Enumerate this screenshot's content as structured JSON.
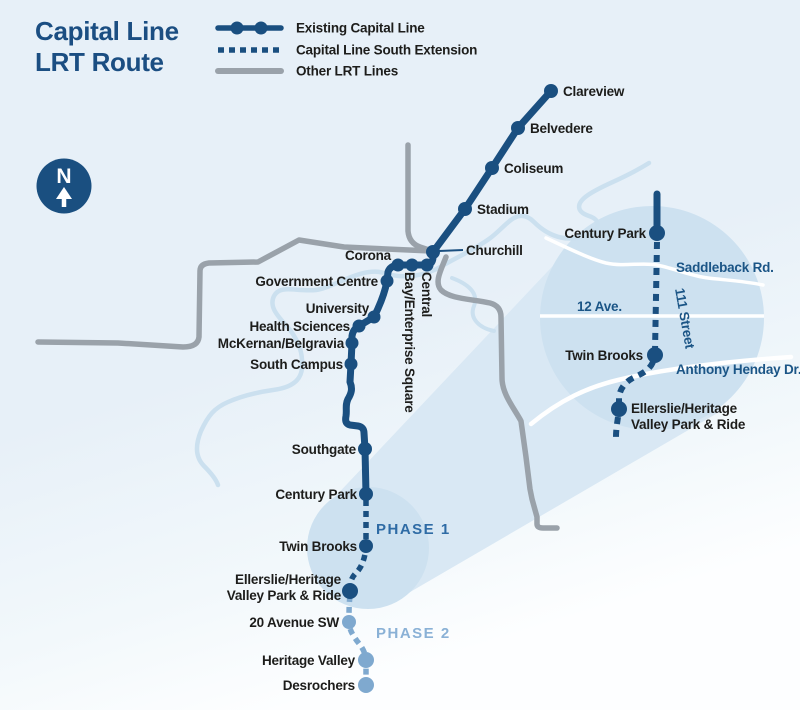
{
  "title": {
    "line1": "Capital Line",
    "line2": "LRT Route"
  },
  "legend": {
    "items": [
      {
        "label": "Existing Capital Line"
      },
      {
        "label": "Capital Line South Extension"
      },
      {
        "label": "Other LRT Lines"
      }
    ]
  },
  "compass": {
    "label": "N"
  },
  "main_map": {
    "stations": [
      {
        "name": "Clareview"
      },
      {
        "name": "Belvedere"
      },
      {
        "name": "Coliseum"
      },
      {
        "name": "Stadium"
      },
      {
        "name": "Churchill"
      },
      {
        "name": "Central"
      },
      {
        "name": "Bay/Enterprise Square"
      },
      {
        "name": "Corona"
      },
      {
        "name": "Government Centre"
      },
      {
        "name": "University"
      },
      {
        "name": "Health Sciences"
      },
      {
        "name": "McKernan/Belgravia"
      },
      {
        "name": "South Campus"
      },
      {
        "name": "Southgate"
      },
      {
        "name": "Century Park"
      },
      {
        "name": "Twin Brooks"
      }
    ],
    "ellerslie": {
      "line1": "Ellerslie/Heritage",
      "line2": "Valley Park & Ride"
    },
    "phase2_stations": [
      {
        "name": "20 Avenue SW"
      },
      {
        "name": "Heritage Valley"
      },
      {
        "name": "Desrochers"
      }
    ],
    "phase1_label": "PHASE 1",
    "phase2_label": "PHASE 2"
  },
  "inset": {
    "stations": [
      {
        "name": "Century Park"
      },
      {
        "name": "Twin Brooks"
      }
    ],
    "ellerslie": {
      "line1": "Ellerslie/Heritage",
      "line2": "Valley Park & Ride"
    },
    "roads": [
      {
        "name": "Saddleback Rd."
      },
      {
        "name": "12 Ave."
      },
      {
        "name": "111 Street"
      },
      {
        "name": "Anthony Henday Dr."
      }
    ]
  },
  "colors": {
    "navy": "#1a4f80",
    "title_navy": "#1b4e82",
    "phase2_blue": "#7fa9cf",
    "other_lines_gray": "#9aa2aa",
    "label_dark": "#1d1d1b",
    "road_label_navy": "#1b5586",
    "background": "#e7f0f8",
    "zoom_circle": "#cde1f0",
    "beam": "#d9e8f4",
    "river": "#cbe0ef"
  }
}
